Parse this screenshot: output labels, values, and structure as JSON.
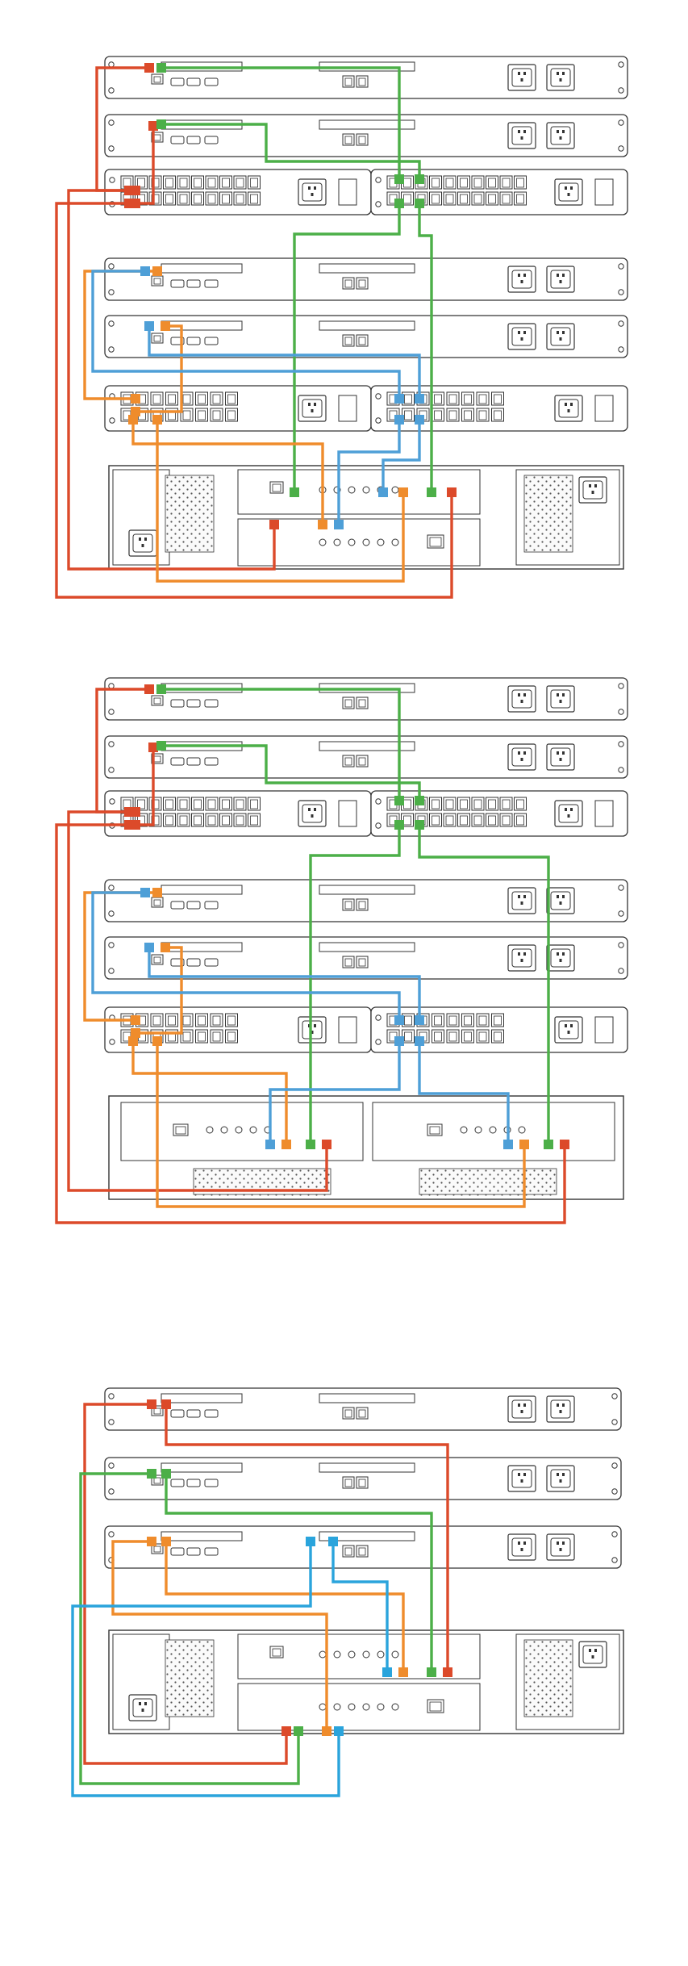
{
  "figures": [
    {
      "id": "diagram-1",
      "name": "cabling-diagram-1"
    },
    {
      "id": "diagram-2",
      "name": "cabling-diagram-2"
    },
    {
      "id": "diagram-3",
      "name": "cabling-diagram-3"
    }
  ],
  "colors": {
    "red": "#dc4a2a",
    "green": "#4caf48",
    "orange": "#ef8c2c",
    "blue": "#4e9fd7",
    "cyan": "#2aa4dc",
    "outline": "#333333",
    "light_fill": "#f4f4f4"
  },
  "icons": {
    "power_socket": "power-socket-icon",
    "ethernet_port": "ethernet-port-icon",
    "fan_grille": "fan-grille-icon"
  }
}
